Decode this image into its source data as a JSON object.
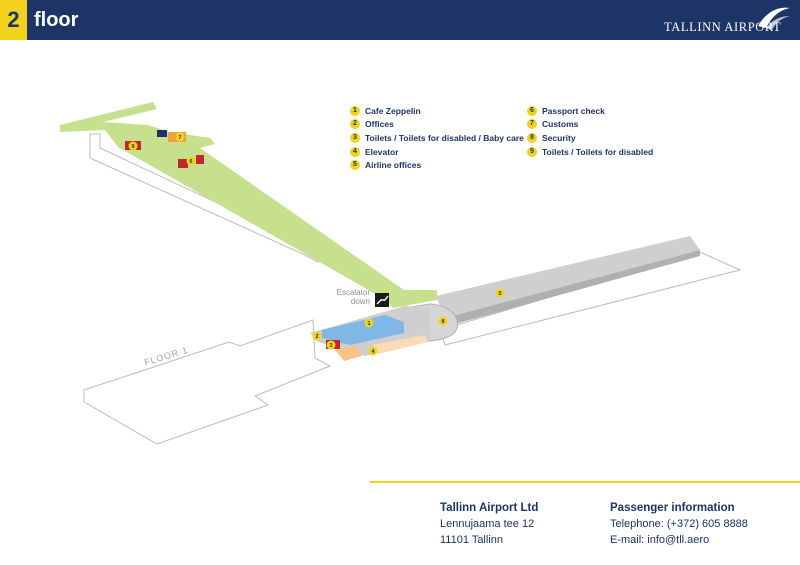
{
  "header": {
    "floor_number": "2",
    "floor_word": "floor",
    "brand": "TALLINN AIRPORT",
    "colors": {
      "header_bg": "#1d3466",
      "accent": "#f2d21a"
    }
  },
  "legend": {
    "left": [
      {
        "num": "1",
        "label": "Cafe Zeppelin"
      },
      {
        "num": "2",
        "label": "Offices"
      },
      {
        "num": "3",
        "label": "Toilets / Toilets for disabled / Baby care"
      },
      {
        "num": "4",
        "label": "Elevator"
      },
      {
        "num": "5",
        "label": "Airline offices"
      }
    ],
    "right": [
      {
        "num": "6",
        "label": "Passport check"
      },
      {
        "num": "7",
        "label": "Customs"
      },
      {
        "num": "8",
        "label": "Security"
      },
      {
        "num": "9",
        "label": "Toilets / Toilets for disabled"
      }
    ]
  },
  "map": {
    "escalator_label_1": "Escalator",
    "escalator_label_2": "down",
    "floor1_label": "FLOOR 1",
    "markers": [
      "1",
      "2",
      "3",
      "4",
      "5",
      "6",
      "7",
      "8",
      "9"
    ],
    "colors": {
      "green_area": "#c6e08e",
      "blue_area": "#7fb8e6",
      "orange_area": "#f6c38a",
      "red_box": "#c0262d",
      "grey_pier": "#c8c8c8",
      "outline": "#9aa0a6"
    }
  },
  "footer": {
    "company": "Tallinn Airport Ltd",
    "address1": "Lennujaama tee 12",
    "address2": "11101 Tallinn",
    "info_title": "Passenger information",
    "telephone": "Telephone: (+372) 605 8888",
    "email": "E-mail: info@tll.aero"
  }
}
